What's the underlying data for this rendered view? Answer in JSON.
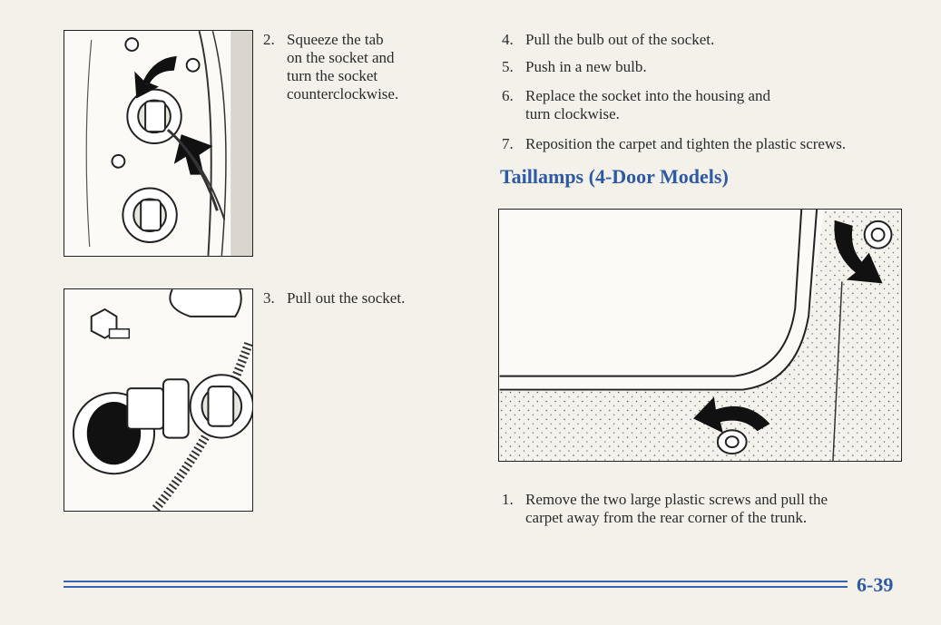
{
  "steps_left": [
    {
      "number": "2.",
      "lines": [
        "Squeeze the tab",
        "on the socket and",
        "turn the socket",
        "counterclockwise."
      ]
    },
    {
      "number": "3.",
      "lines": [
        "Pull out the socket."
      ]
    }
  ],
  "steps_right": [
    {
      "number": "4.",
      "lines": [
        "Pull the bulb out of the socket."
      ]
    },
    {
      "number": "5.",
      "lines": [
        "Push in a new bulb."
      ]
    },
    {
      "number": "6.",
      "lines": [
        "Replace the socket into the housing and",
        "turn clockwise."
      ]
    },
    {
      "number": "7.",
      "lines": [
        "Reposition the carpet and tighten the plastic screws."
      ]
    }
  ],
  "section_heading": "Taillamps (4-Door Models)",
  "step_bottom": {
    "number": "1.",
    "lines": [
      "Remove the two large plastic screws and pull the",
      "carpet away from the rear corner of the trunk."
    ]
  },
  "page_number": "6-39",
  "colors": {
    "accent": "#2d5aa5",
    "rule": "#3a62ad",
    "paper": "#f4f1ea",
    "ink": "#2b2b2b"
  },
  "figures": [
    {
      "name": "socket-squeeze-illustration"
    },
    {
      "name": "socket-pull-illustration"
    },
    {
      "name": "trunk-corner-screws-illustration"
    }
  ]
}
